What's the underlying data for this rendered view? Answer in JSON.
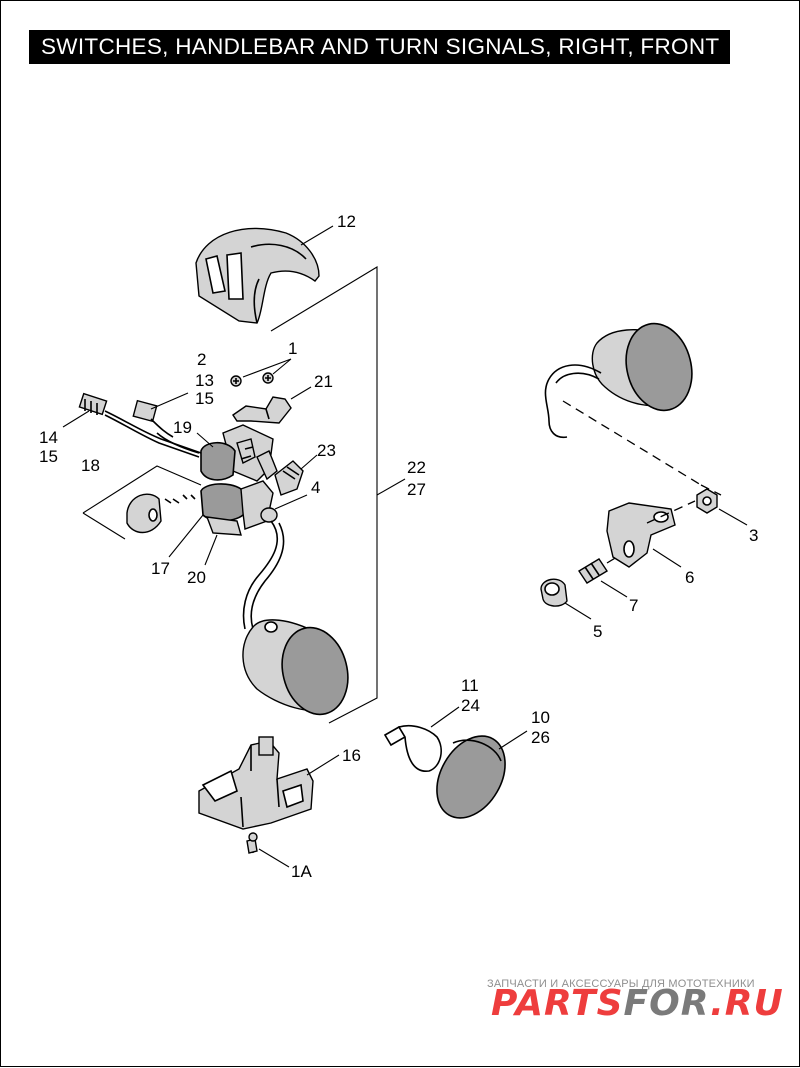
{
  "title": "SWITCHES, HANDLEBAR AND TURN SIGNALS, RIGHT, FRONT",
  "callouts": {
    "c12": "12",
    "c1": "1",
    "c2": "2",
    "c13": "13",
    "c15a": "15",
    "c21": "21",
    "c14": "14",
    "c15b": "15",
    "c19": "19",
    "c23": "23",
    "c18": "18",
    "c4": "4",
    "c22": "22",
    "c27": "27",
    "c17": "17",
    "c20": "20",
    "c3": "3",
    "c6": "6",
    "c7": "7",
    "c5": "5",
    "c11": "11",
    "c24": "24",
    "c10": "10",
    "c26": "26",
    "c16": "16",
    "c1A": "1A"
  },
  "watermark": {
    "subtitle": "ЗАПЧАСТИ И АКСЕССУАРЫ ДЛЯ МОТОТЕХНИКИ",
    "brand_red_1": "PARTS",
    "brand_dark": "FOR",
    "brand_red_2": ".RU",
    "color_red": "#ee3d3d",
    "color_dark": "#7a7a7a"
  }
}
